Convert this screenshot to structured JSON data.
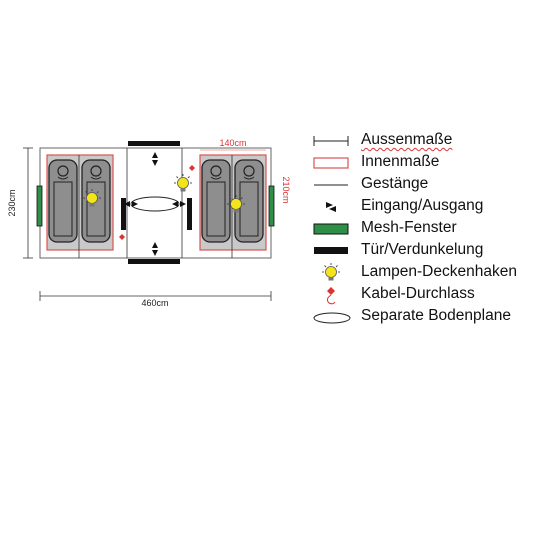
{
  "plan": {
    "dim_total_width": "460cm",
    "dim_total_depth": "230cm",
    "dim_inner_width": "140cm",
    "dim_inner_depth": "210cm"
  },
  "legend": {
    "items": [
      {
        "label": "Aussenmaße",
        "icon": "dimension-line-icon"
      },
      {
        "label": "Innenmaße",
        "icon": "inner-dimension-rect-icon"
      },
      {
        "label": "Gestänge",
        "icon": "pole-line-icon"
      },
      {
        "label": "Eingang/Ausgang",
        "icon": "entrance-arrows-icon"
      },
      {
        "label": "Mesh-Fenster",
        "icon": "mesh-window-icon"
      },
      {
        "label": "Tür/Verdunkelung",
        "icon": "door-blackout-icon"
      },
      {
        "label": "Lampen-Deckenhaken",
        "icon": "lamp-hook-icon"
      },
      {
        "label": "Kabel-Durchlass",
        "icon": "cable-passage-icon"
      },
      {
        "label": "Separate Bodenplane",
        "icon": "ground-sheet-icon"
      }
    ]
  },
  "colors": {
    "mesh_green": "#2f8f46",
    "inner_red": "#d9534f",
    "door_black": "#111111",
    "lamp_yellow": "#f4e51a",
    "cabin_grey": "#c8c8c8"
  }
}
